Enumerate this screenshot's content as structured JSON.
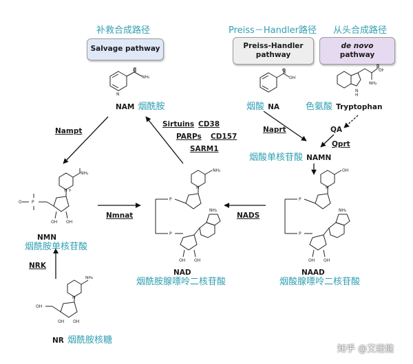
{
  "headers": {
    "salvage_cn": "补救合成路径",
    "preiss_cn": "Preiss－Handler路径",
    "denovo_cn": "从头合成路径"
  },
  "boxes": {
    "salvage": "Salvage pathway",
    "preiss_line1": "Preiss-Handler",
    "preiss_line2": "pathway",
    "denovo_line1": "de novo",
    "denovo_line2": "pathway",
    "colors": {
      "salvage": "#dfe8f7",
      "preiss": "#eeeeee",
      "denovo": "#e6daf0",
      "chinese_text": "#2f9fb2"
    }
  },
  "molecules": {
    "nam": {
      "abbr": "NAM",
      "cn": "烟酰胺"
    },
    "na": {
      "abbr": "NA",
      "cn": "烟酸"
    },
    "trp": {
      "abbr": "Tryptophan",
      "cn": "色氨酸"
    },
    "qa": {
      "abbr": "QA"
    },
    "namn": {
      "abbr": "NAMN",
      "cn": "烟酸单核苷酸"
    },
    "nmn": {
      "abbr": "NMN",
      "cn": "烟酰胺单核苷酸"
    },
    "nad": {
      "abbr": "NAD",
      "cn": "烟酰胺腺嘌呤二核苷酸"
    },
    "naad": {
      "abbr": "NAAD",
      "cn": "烟酸腺嘌呤二核苷酸"
    },
    "nr": {
      "abbr": "NR",
      "cn": "烟酰胺核糖"
    }
  },
  "atoms": {
    "nh2": "NH₂",
    "oh": "OH",
    "o": "O",
    "h": "H",
    "n": "N",
    "p": "P",
    "plus": "+"
  },
  "enzymes": {
    "nampt": "Nampt",
    "naprt": "Naprt",
    "qprt": "Qprt",
    "nmnat": "Nmnat",
    "nads": "NADS",
    "nrk": "NRK",
    "sirtuins": "Sirtuins",
    "cd38": "CD38",
    "parps": "PARPs",
    "cd157": "CD157",
    "sarm1": "SARM1"
  },
  "watermark": "知乎 @艾纽健"
}
